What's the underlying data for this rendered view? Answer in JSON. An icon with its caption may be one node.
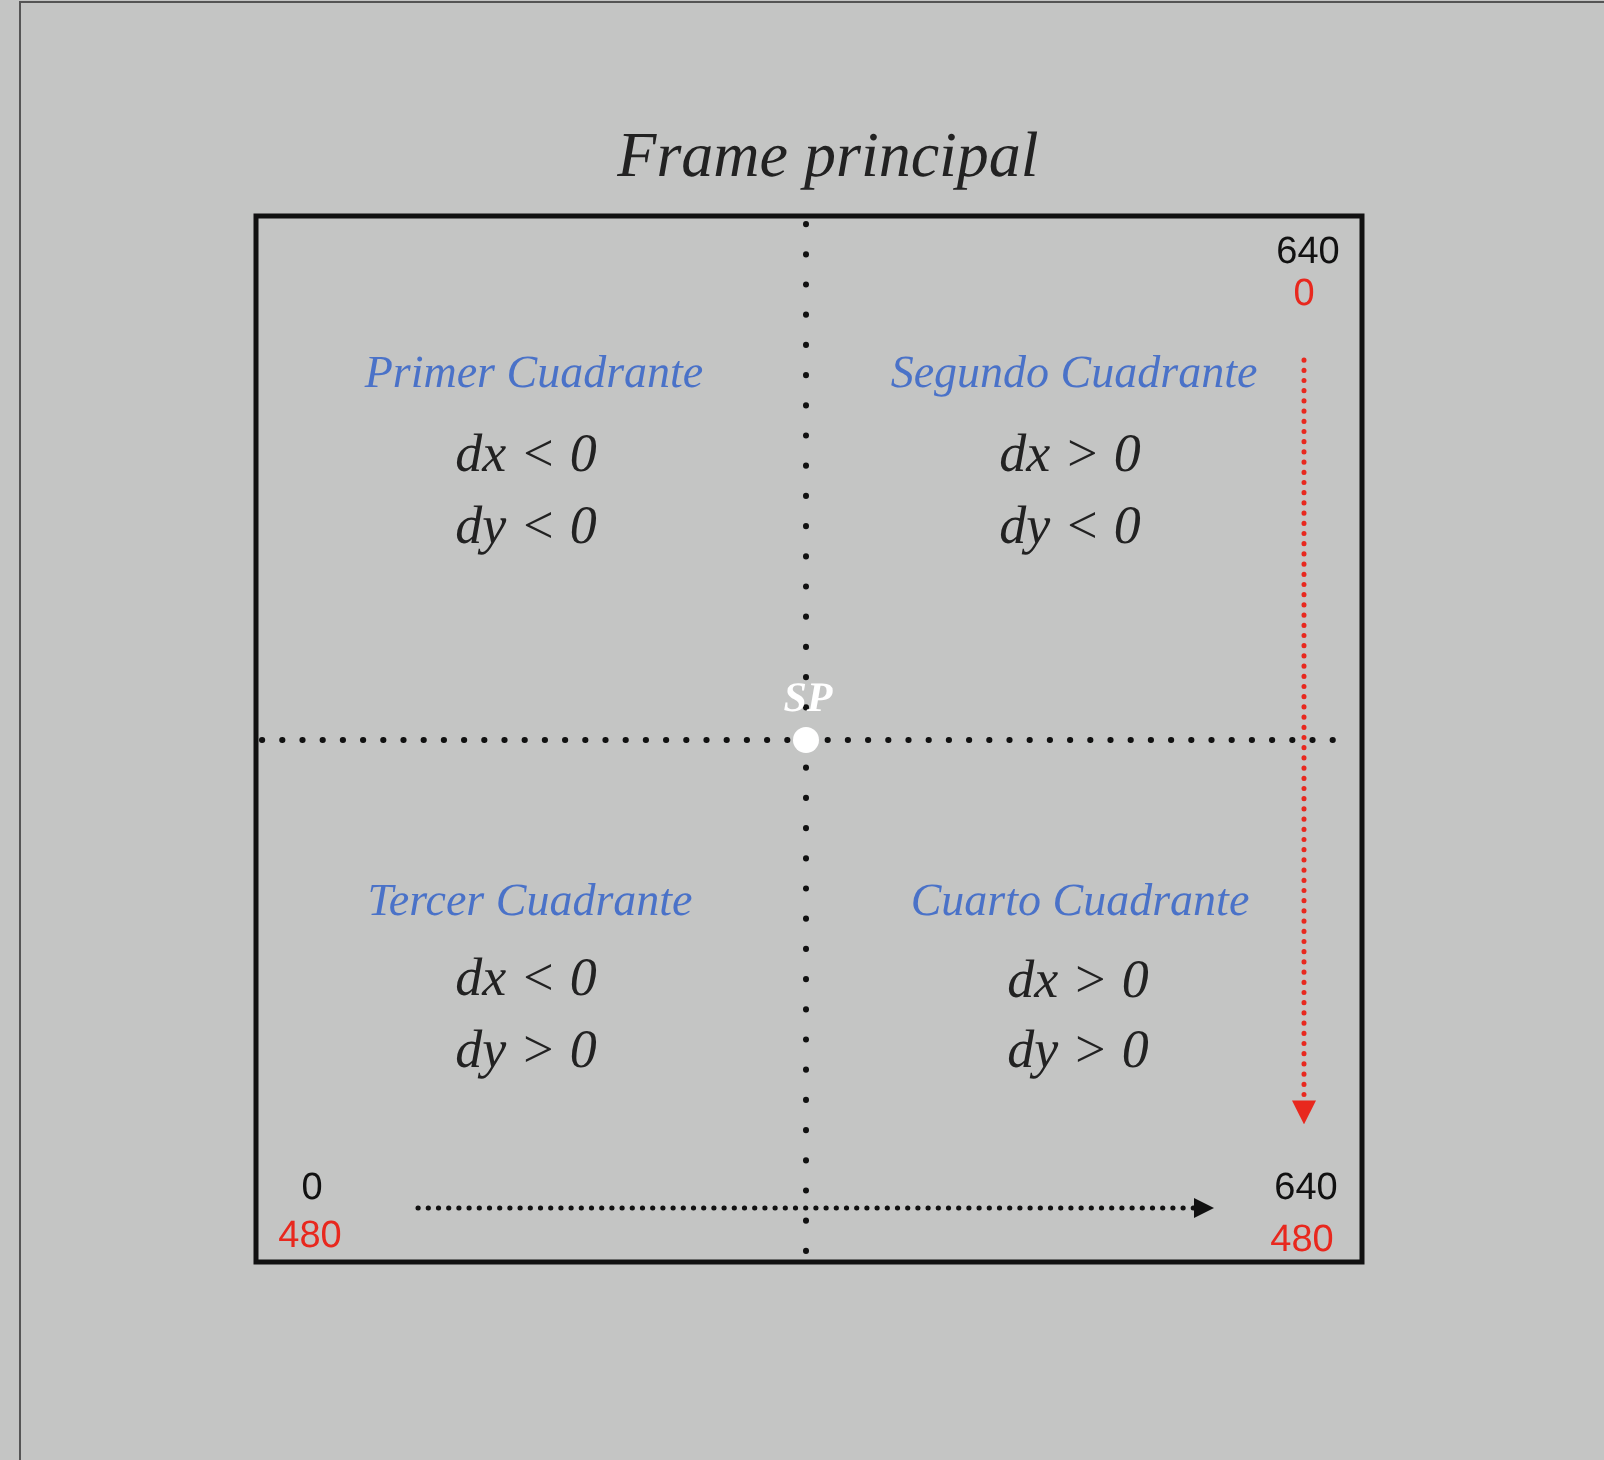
{
  "diagram": {
    "title": "Frame principal",
    "labels": [
      "640",
      "0",
      "Primer Cuadrante",
      "dx < 0",
      "dy < 0",
      "Segundo Cuadrante",
      "dx > 0",
      "dy < 0",
      "SP",
      "Tercer Cuadrante",
      "dx < 0",
      "dy > 0",
      "Cuarto Cuadrante",
      "dx > 0",
      "dy > 0",
      "0",
      "480",
      "640",
      "480"
    ]
  }
}
